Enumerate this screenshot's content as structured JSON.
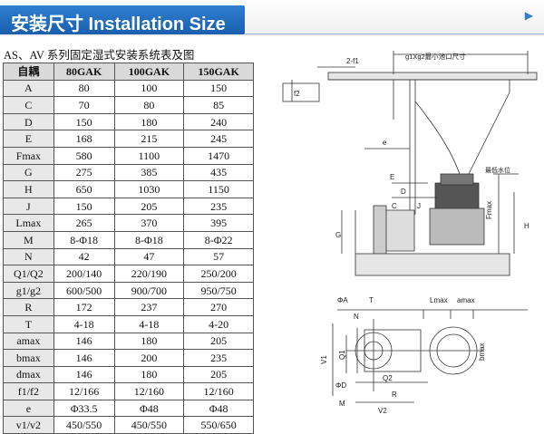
{
  "header": {
    "title": "安装尺寸  Installation Size"
  },
  "caption": "AS、AV 系列固定湿式安装系统表及图",
  "table": {
    "columns": [
      "自耦",
      "80GAK",
      "100GAK",
      "150GAK"
    ],
    "rows": [
      [
        "A",
        "80",
        "100",
        "150"
      ],
      [
        "C",
        "70",
        "80",
        "85"
      ],
      [
        "D",
        "150",
        "180",
        "240"
      ],
      [
        "E",
        "168",
        "215",
        "245"
      ],
      [
        "Fmax",
        "580",
        "1100",
        "1470"
      ],
      [
        "G",
        "275",
        "385",
        "435"
      ],
      [
        "H",
        "650",
        "1030",
        "1150"
      ],
      [
        "J",
        "150",
        "205",
        "235"
      ],
      [
        "Lmax",
        "265",
        "370",
        "395"
      ],
      [
        "M",
        "8-Φ18",
        "8-Φ18",
        "8-Φ22"
      ],
      [
        "N",
        "42",
        "47",
        "57"
      ],
      [
        "Q1/Q2",
        "200/140",
        "220/190",
        "250/200"
      ],
      [
        "g1/g2",
        "600/500",
        "900/700",
        "950/750"
      ],
      [
        "R",
        "172",
        "237",
        "270"
      ],
      [
        "T",
        "4-18",
        "4-18",
        "4-20"
      ],
      [
        "amax",
        "146",
        "180",
        "205"
      ],
      [
        "bmax",
        "146",
        "200",
        "235"
      ],
      [
        "dmax",
        "146",
        "180",
        "205"
      ],
      [
        "f1/f2",
        "12/166",
        "12/160",
        "12/160"
      ],
      [
        "e",
        "Φ33.5",
        "Φ48",
        "Φ48"
      ],
      [
        "v1/v2",
        "450/550",
        "450/550",
        "550/650"
      ]
    ]
  },
  "drawing": {
    "pit_label": "g1Xg2最小池口尺寸",
    "water_level_label": "最低水位",
    "labels": {
      "f1": "2-f1",
      "f2": "f2",
      "e": "e",
      "E": "E",
      "D": "D",
      "C": "C",
      "J": "J",
      "G": "G",
      "H": "H",
      "Fmax": "Fmax",
      "phiA": "ΦA",
      "T": "T",
      "Lmax": "Lmax",
      "amax": "amax",
      "V1": "V1",
      "Q1": "Q1",
      "N": "N",
      "phiD": "ΦD",
      "Q2": "Q2",
      "R": "R",
      "M": "M",
      "V2": "V2",
      "bmax": "bmax"
    }
  }
}
